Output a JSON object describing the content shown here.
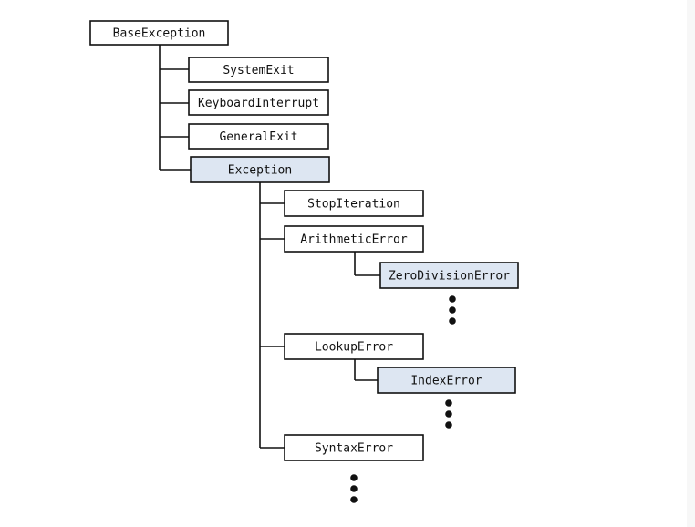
{
  "colors": {
    "box_stroke": "#111111",
    "box_fill": "#ffffff",
    "highlight_fill": "#dde6f2",
    "line": "#111111",
    "text": "#111111"
  },
  "nodes": {
    "base_exception": {
      "label": "BaseException",
      "highlight": false
    },
    "system_exit": {
      "label": "SystemExit",
      "highlight": false
    },
    "keyboard_interrupt": {
      "label": "KeyboardInterrupt",
      "highlight": false
    },
    "general_exit": {
      "label": "GeneralExit",
      "highlight": false
    },
    "exception": {
      "label": "Exception",
      "highlight": true
    },
    "stop_iteration": {
      "label": "StopIteration",
      "highlight": false
    },
    "arithmetic_error": {
      "label": "ArithmeticError",
      "highlight": false
    },
    "zero_division_error": {
      "label": "ZeroDivisionError",
      "highlight": true
    },
    "lookup_error": {
      "label": "LookupError",
      "highlight": false
    },
    "index_error": {
      "label": "IndexError",
      "highlight": true
    },
    "syntax_error": {
      "label": "SyntaxError",
      "highlight": false
    }
  },
  "edges": [
    [
      "base_exception",
      "system_exit"
    ],
    [
      "base_exception",
      "keyboard_interrupt"
    ],
    [
      "base_exception",
      "general_exit"
    ],
    [
      "base_exception",
      "exception"
    ],
    [
      "exception",
      "stop_iteration"
    ],
    [
      "exception",
      "arithmetic_error"
    ],
    [
      "arithmetic_error",
      "zero_division_error"
    ],
    [
      "exception",
      "lookup_error"
    ],
    [
      "lookup_error",
      "index_error"
    ],
    [
      "exception",
      "syntax_error"
    ]
  ],
  "ellipses": [
    "after_zero_division_error",
    "after_index_error",
    "after_syntax_error"
  ]
}
